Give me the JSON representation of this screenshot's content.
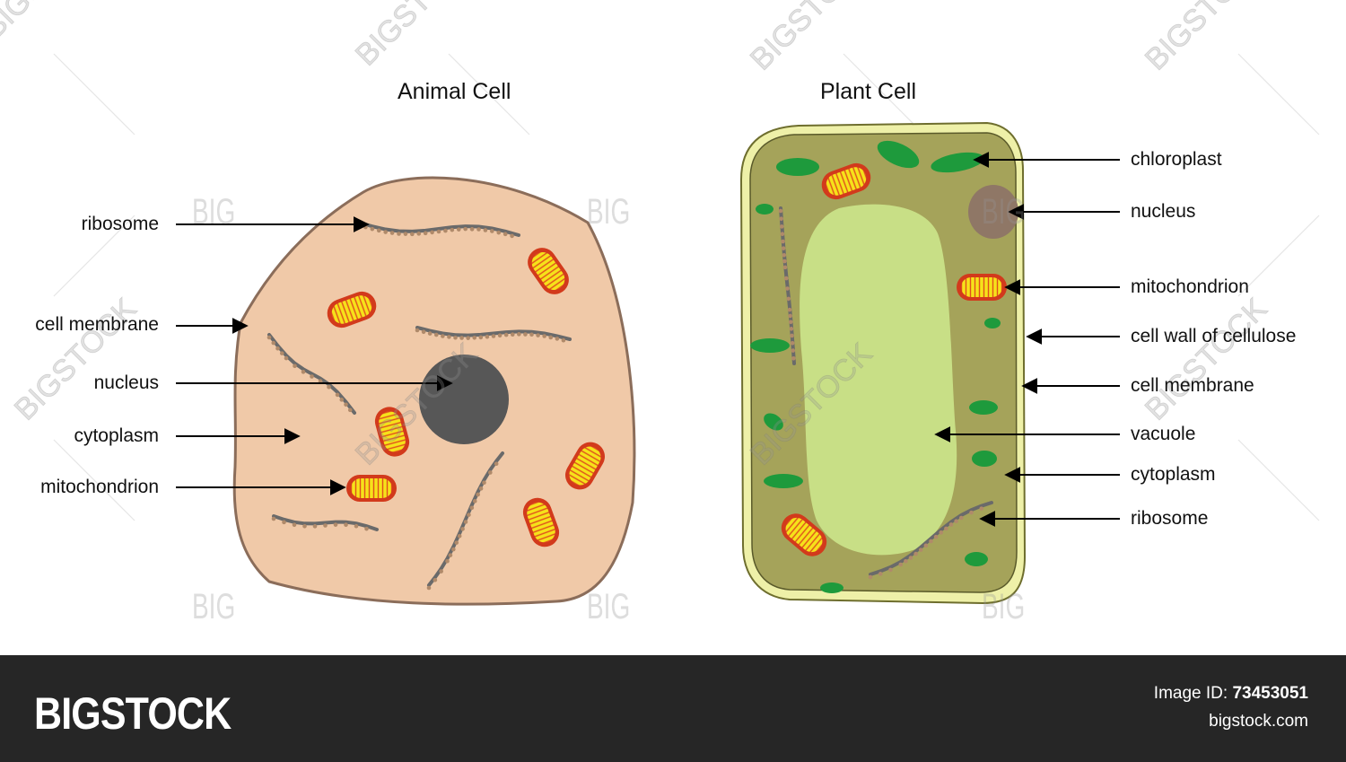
{
  "animal_cell": {
    "title": "Animal Cell",
    "labels": [
      "ribosome",
      "cell membrane",
      "nucleus",
      "cytoplasm",
      "mitochondrion"
    ],
    "colors": {
      "cytoplasm": "#f0c9a8",
      "membrane": "#8b6d5a",
      "nucleus": "#575757"
    }
  },
  "plant_cell": {
    "title": "Plant Cell",
    "labels": [
      "chloroplast",
      "nucleus",
      "mitochondrion",
      "cell wall of cellulose",
      "cell membrane",
      "vacuole",
      "cytoplasm",
      "ribosome"
    ],
    "colors": {
      "wall": "#eef0a8",
      "cytoplasm": "#a5a35a",
      "vacuole": "#c8df86",
      "chloroplast": "#1e9a3c",
      "nucleus": "#8f7766"
    }
  },
  "watermark": {
    "brand": "BIGSTOCK",
    "small": "BIG"
  },
  "footer": {
    "brand": "BIGSTOCK",
    "image_id_label": "Image ID:",
    "image_id": "73453051",
    "site": "bigstock.com"
  }
}
